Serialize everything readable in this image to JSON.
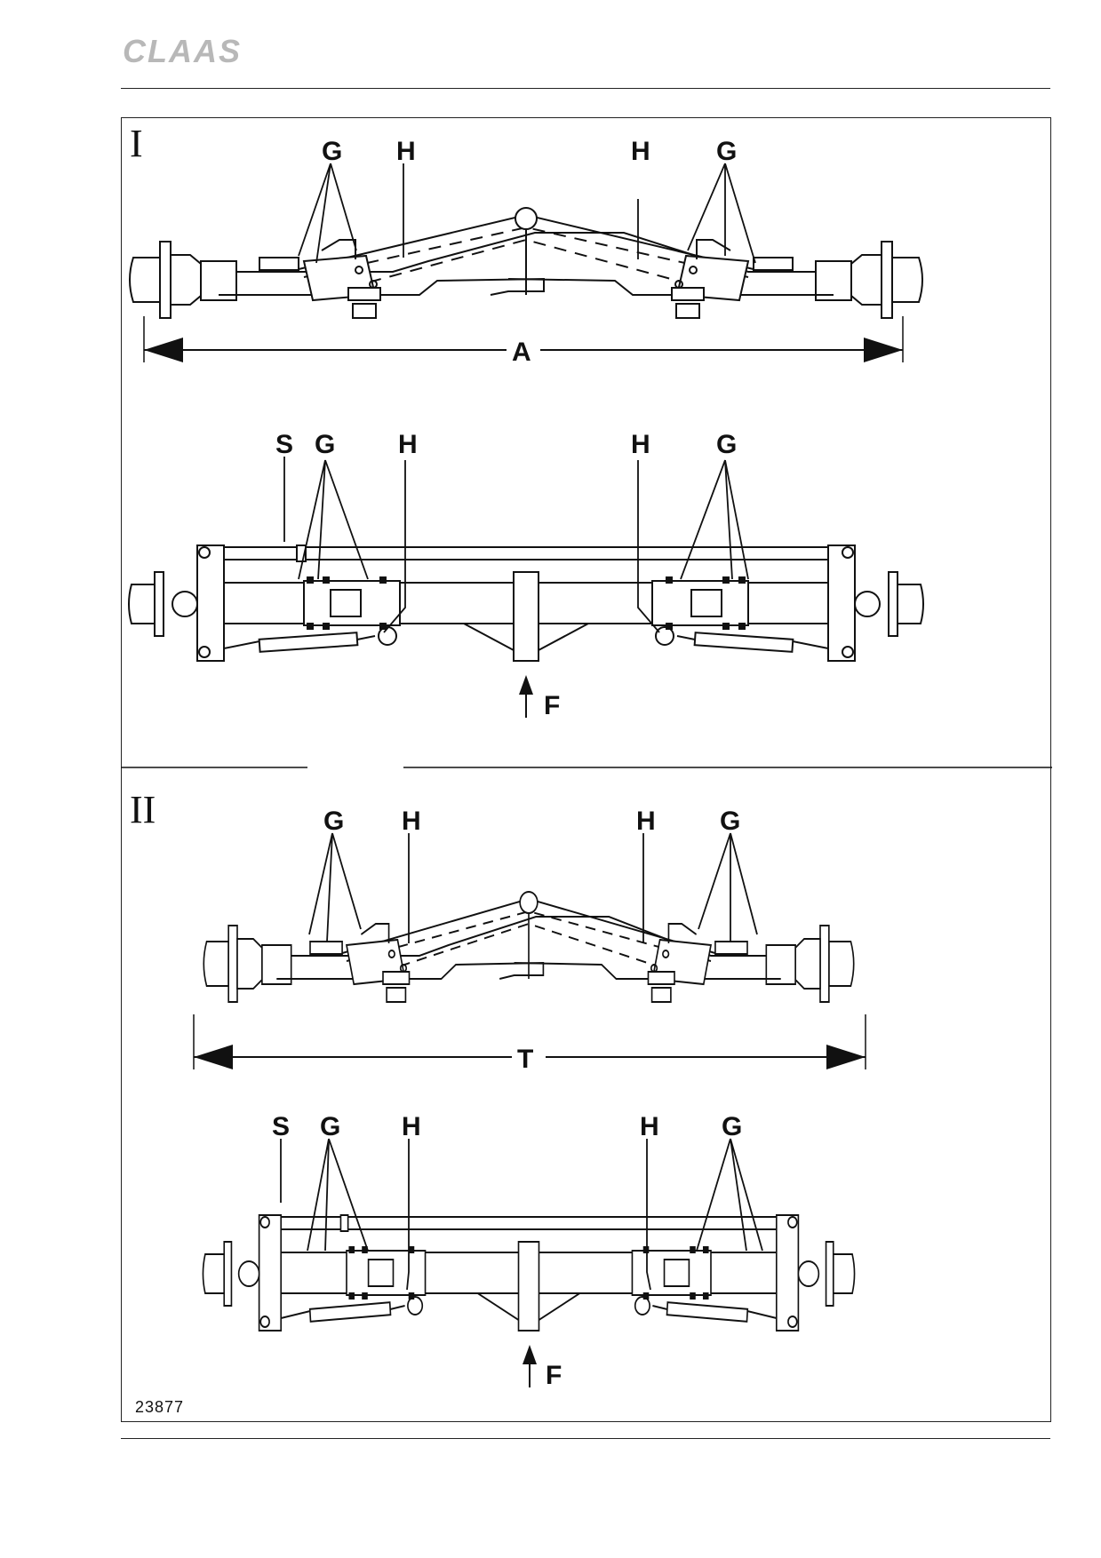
{
  "header": {
    "logo_text": "CLAAS"
  },
  "figure": {
    "number": "23877",
    "sections": [
      {
        "roman": "I",
        "front_view": {
          "labels": [
            "G",
            "H",
            "H",
            "G"
          ],
          "dimension": "A"
        },
        "top_view": {
          "labels": [
            "S",
            "G",
            "H",
            "H",
            "G"
          ],
          "direction": "F"
        }
      },
      {
        "roman": "II",
        "front_view": {
          "labels": [
            "G",
            "H",
            "H",
            "G"
          ],
          "dimension": "T"
        },
        "top_view": {
          "labels": [
            "S",
            "G",
            "H",
            "H",
            "G"
          ],
          "direction": "F"
        }
      }
    ]
  }
}
